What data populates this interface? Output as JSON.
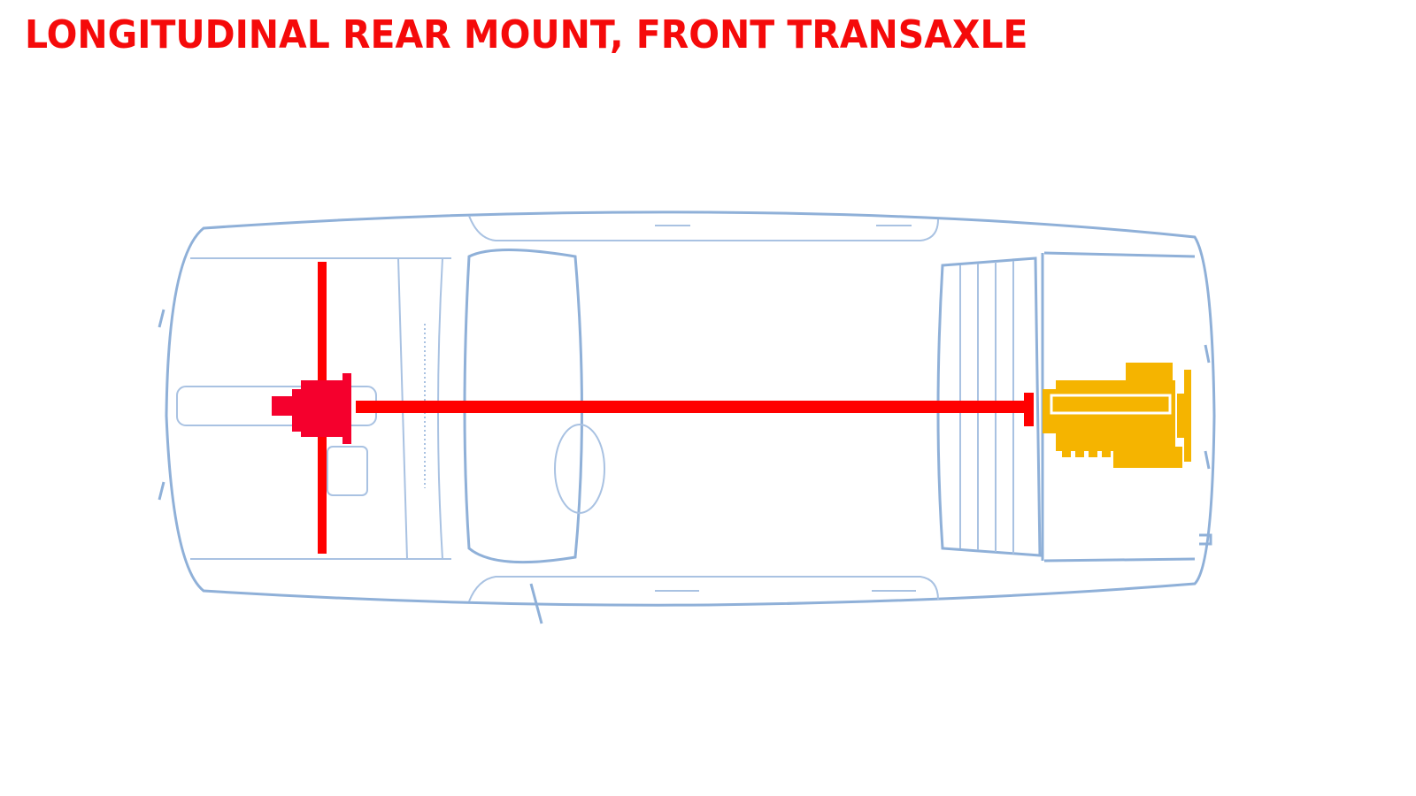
{
  "title": "LONGITUDINAL REAR MOUNT, FRONT TRANSAXLE",
  "colors": {
    "drivetrain": "#ff0000",
    "transaxle": "#f5002d",
    "engine": "#f5b400",
    "car_outline": "#8fb0d8"
  },
  "icons": [
    "car-top-view-blueprint",
    "transaxle-icon",
    "engine-icon",
    "driveshaft",
    "rear-axle"
  ]
}
